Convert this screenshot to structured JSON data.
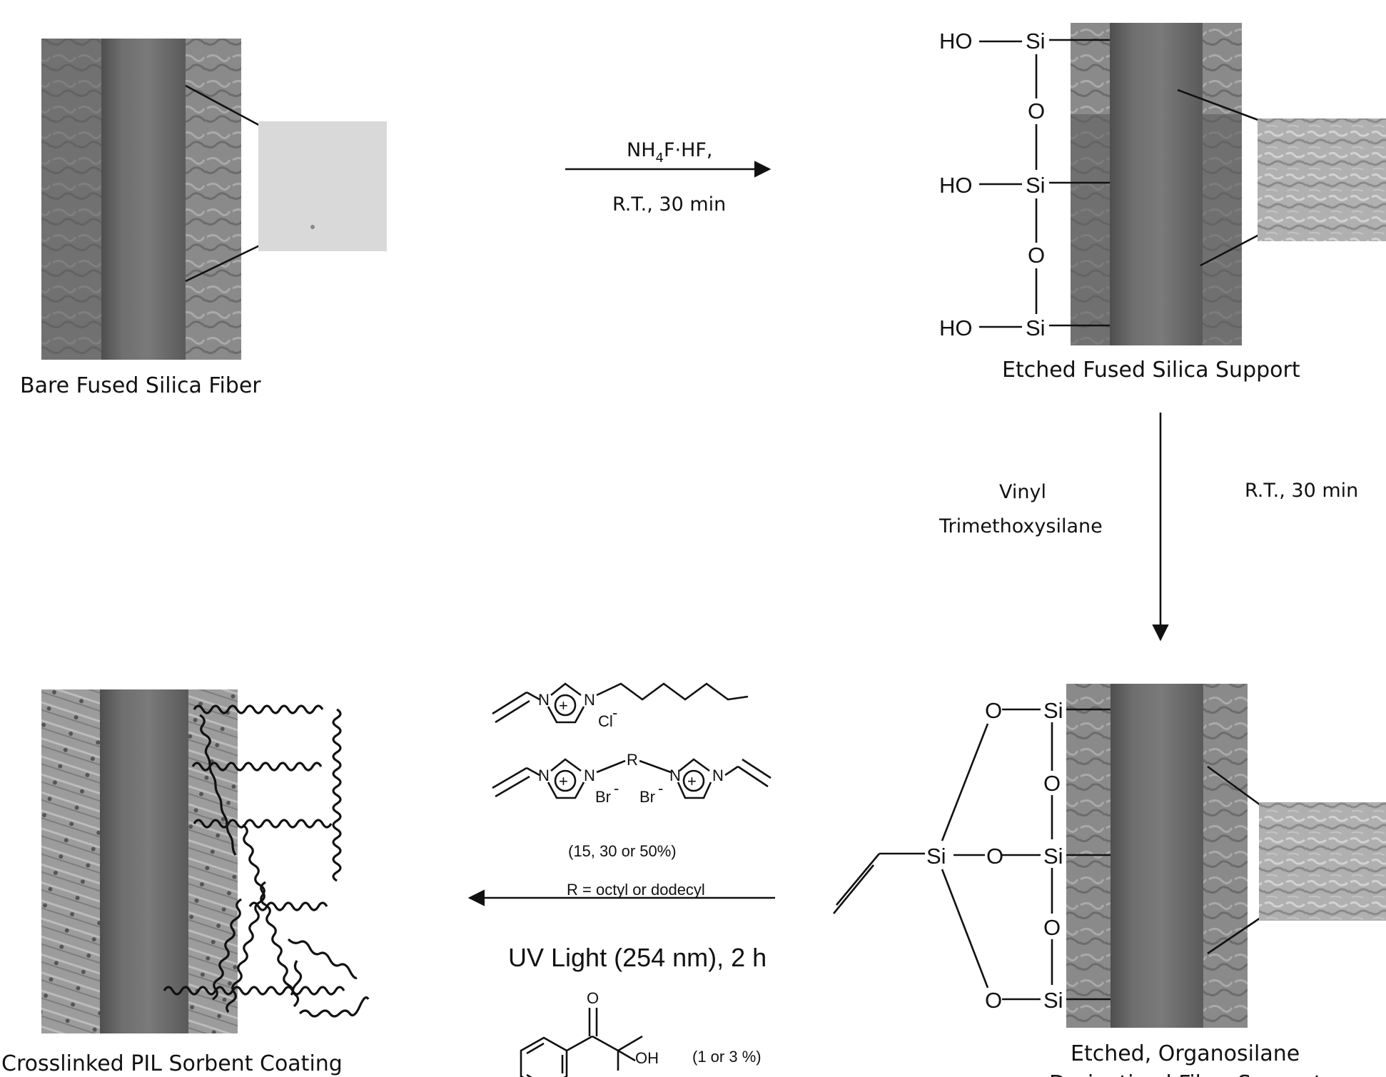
{
  "panels": {
    "bare": {
      "caption": "Bare Fused Silica Fiber"
    },
    "etched": {
      "caption": "Etched Fused Silica Support",
      "groups": [
        "HO",
        "Si",
        "O",
        "HO",
        "Si",
        "O",
        "HO",
        "Si"
      ]
    },
    "organo": {
      "caption_line1": "Etched, Organosilane",
      "caption_line2": "Derivatized Fiber Support",
      "labels": [
        "O",
        "Si",
        "O",
        "Si",
        "O",
        "Si",
        "O",
        "O",
        "Si"
      ]
    },
    "pil": {
      "caption": "Crosslinked PIL Sorbent Coating"
    }
  },
  "step1": {
    "reagent_main": "NH",
    "reagent_sub": "4",
    "reagent_rest": "F·HF,",
    "conditions": "R.T., 30 min"
  },
  "step2": {
    "reagent_line1": "Vinyl",
    "reagent_line2": "Trimethoxysilane",
    "conditions": "R.T., 30 min"
  },
  "step3": {
    "monomer": {
      "n1": "N",
      "n2": "N",
      "anion": "Cl",
      "anion_charge": "-"
    },
    "crosslinker": {
      "r": "R",
      "n1": "N",
      "n2": "N",
      "n3": "N",
      "n4": "N",
      "br1": "Br",
      "br2": "Br",
      "charge": "-"
    },
    "loading": "(15, 30 or 50%)",
    "r_definition": "R = octyl or dodecyl",
    "uv": "UV Light (254 nm), 2 h",
    "initiator": {
      "o": "O",
      "oh": "OH",
      "amount": "(1 or 3 %)"
    }
  }
}
